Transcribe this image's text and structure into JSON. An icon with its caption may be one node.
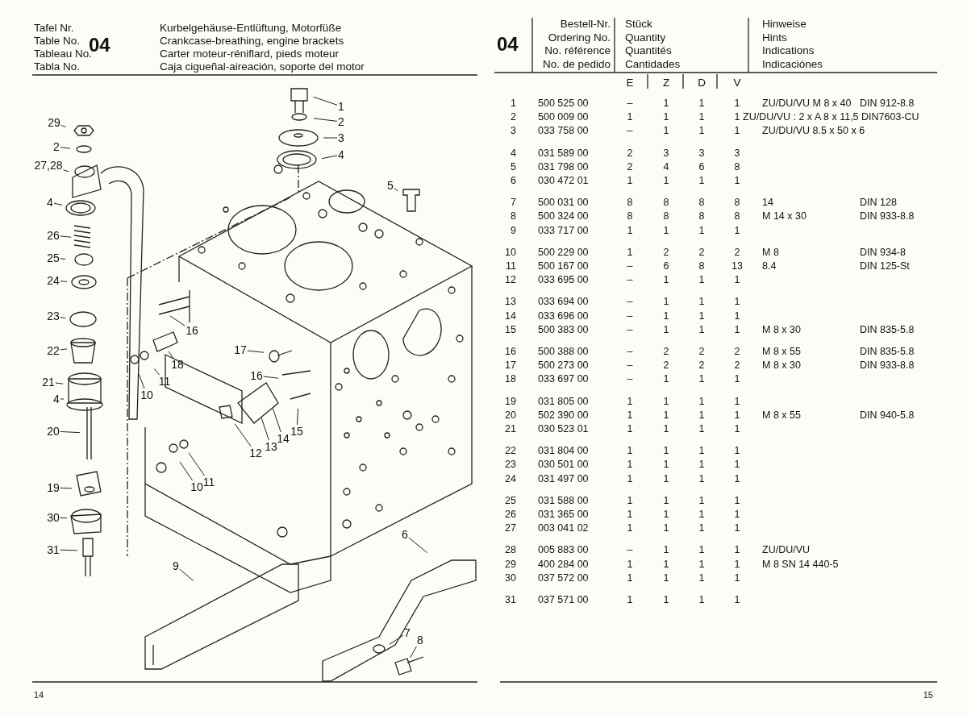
{
  "diagram": {
    "nodes": [
      {
        "text": [
          "1"
        ]
      },
      {
        "text": [
          "2"
        ]
      },
      {
        "text": [
          "3"
        ]
      },
      {
        "text": [
          "4"
        ]
      },
      {
        "text": [
          "5"
        ]
      },
      {
        "text": [
          "29"
        ]
      },
      {
        "text": [
          "2"
        ]
      },
      {
        "text": [
          "27,28"
        ]
      },
      {
        "text": [
          "4"
        ]
      },
      {
        "text": [
          "26"
        ]
      },
      {
        "text": [
          "25"
        ]
      },
      {
        "text": [
          "24"
        ]
      },
      {
        "text": [
          "23"
        ]
      },
      {
        "text": [
          "22"
        ]
      },
      {
        "text": [
          "21"
        ]
      },
      {
        "text": [
          "4"
        ]
      },
      {
        "text": [
          "20"
        ]
      },
      {
        "text": [
          "19"
        ]
      },
      {
        "text": [
          "30"
        ]
      },
      {
        "text": [
          "31"
        ]
      },
      {
        "text": [
          "16"
        ]
      },
      {
        "text": [
          "18"
        ]
      },
      {
        "text": [
          "10"
        ]
      },
      {
        "text": [
          "11"
        ]
      },
      {
        "text": [
          "17"
        ]
      },
      {
        "text": [
          "16"
        ]
      },
      {
        "text": [
          "15"
        ]
      },
      {
        "text": [
          "14"
        ]
      },
      {
        "text": [
          "13"
        ]
      },
      {
        "text": [
          "12"
        ]
      },
      {
        "text": [
          "10"
        ]
      },
      {
        "text": [
          "11"
        ]
      },
      {
        "text": [
          "6"
        ]
      },
      {
        "text": [
          "9"
        ]
      },
      {
        "text": [
          "7"
        ]
      },
      {
        "text": [
          "8"
        ]
      }
    ],
    "edges": [
      {
        "from": 0,
        "to": null,
        "arrow": "none"
      },
      {
        "from": 1,
        "to": null,
        "arrow": "none"
      },
      {
        "from": 2,
        "to": null,
        "arrow": "none"
      },
      {
        "from": 3,
        "to": null,
        "arrow": "none"
      },
      {
        "from": 4,
        "to": null,
        "arrow": "none"
      },
      {
        "from": 5,
        "to": null,
        "arrow": "none"
      },
      {
        "from": 6,
        "to": null,
        "arrow": "none"
      },
      {
        "from": 7,
        "to": null,
        "arrow": "none"
      },
      {
        "from": 8,
        "to": null,
        "arrow": "none"
      },
      {
        "from": 9,
        "to": null,
        "arrow": "none"
      },
      {
        "from": 10,
        "to": null,
        "arrow": "none"
      },
      {
        "from": 11,
        "to": null,
        "arrow": "none"
      },
      {
        "from": 12,
        "to": null,
        "arrow": "none"
      },
      {
        "from": 13,
        "to": null,
        "arrow": "none"
      },
      {
        "from": 14,
        "to": null,
        "arrow": "none"
      },
      {
        "from": 15,
        "to": null,
        "arrow": "none"
      },
      {
        "from": 16,
        "to": null,
        "arrow": "none"
      },
      {
        "from": 17,
        "to": null,
        "arrow": "none"
      },
      {
        "from": 18,
        "to": null,
        "arrow": "none"
      },
      {
        "from": 19,
        "to": null,
        "arrow": "none"
      },
      {
        "from": 20,
        "to": null,
        "arrow": "none"
      },
      {
        "from": 21,
        "to": null,
        "arrow": "none"
      },
      {
        "from": 22,
        "to": null,
        "arrow": "none"
      },
      {
        "from": 23,
        "to": null,
        "arrow": "none"
      },
      {
        "from": 24,
        "to": null,
        "arrow": "none"
      },
      {
        "from": 25,
        "to": null,
        "arrow": "none"
      },
      {
        "from": 26,
        "to": null,
        "arrow": "none"
      },
      {
        "from": 27,
        "to": null,
        "arrow": "none"
      },
      {
        "from": 28,
        "to": null,
        "arrow": "none"
      },
      {
        "from": 29,
        "to": null,
        "arrow": "none"
      },
      {
        "from": 30,
        "to": null,
        "arrow": "none"
      },
      {
        "from": 31,
        "to": null,
        "arrow": "none"
      },
      {
        "from": 32,
        "to": null,
        "arrow": "none"
      },
      {
        "from": 33,
        "to": null,
        "arrow": "none"
      },
      {
        "from": 34,
        "to": null,
        "arrow": "none"
      },
      {
        "from": 35,
        "to": null,
        "arrow": "none"
      }
    ],
    "labels": [
      "Tafel Nr.",
      "Table No.",
      "Tableau No.",
      "Tabla No.",
      "04",
      "Kurbelgehäuse-Entlüftung, Motorfüße",
      "Crankcase-breathing, engine brackets",
      "Carter moteur-réniflard, pieds moteur",
      "Caja cigueñal-aireación, soporte del motor",
      "04",
      "Bestell-Nr.",
      "Ordering No.",
      "No. référence",
      "No. de pedido",
      "Stück",
      "Quantity",
      "Quantités",
      "Cantidades",
      "Hinweise",
      "Hints",
      "Indications",
      "Indicaciónes",
      "E",
      "Z",
      "D",
      "V",
      "1",
      "500 525 00",
      "–",
      "1",
      "1",
      "1",
      "ZU/DU/VU M 8 x 40",
      "DIN 912-8.8",
      "2",
      "500 009 00",
      "1",
      "1",
      "1",
      "1",
      "ZU/DU/VU : 2 x A 8 x 11,5 DIN7603-CU",
      "3",
      "033 758 00",
      "–",
      "1",
      "1",
      "1",
      "ZU/DU/VU 8.5 x 50 x 6",
      "4",
      "031 589 00",
      "2",
      "3",
      "3",
      "3",
      "5",
      "031 798 00",
      "2",
      "4",
      "6",
      "8",
      "6",
      "030 472 01",
      "1",
      "1",
      "1",
      "1",
      "7",
      "500 031 00",
      "8",
      "8",
      "8",
      "8",
      "14",
      "DIN 128",
      "8",
      "500 324 00",
      "8",
      "8",
      "8",
      "8",
      "M 14 x 30",
      "DIN 933-8.8",
      "9",
      "033 717 00",
      "1",
      "1",
      "1",
      "1",
      "10",
      "500 229 00",
      "1",
      "2",
      "2",
      "2",
      "M 8",
      "DIN 934-8",
      "11",
      "500 167 00",
      "–",
      "6",
      "8",
      "13",
      "8.4",
      "DIN 125-St",
      "12",
      "033 695 00",
      "–",
      "1",
      "1",
      "1",
      "13",
      "033 694 00",
      "–",
      "1",
      "1",
      "1",
      "14",
      "033 696 00",
      "–",
      "1",
      "1",
      "1",
      "15",
      "500 383 00",
      "–",
      "1",
      "1",
      "1",
      "M 8 x 30",
      "DIN 835-5.8",
      "16",
      "500 388 00",
      "–",
      "2",
      "2",
      "2",
      "M 8 x 55",
      "DIN 835-5.8",
      "17",
      "500 273 00",
      "–",
      "2",
      "2",
      "2",
      "M 8 x 30",
      "DIN 933-8.8",
      "18",
      "033 697 00",
      "–",
      "1",
      "1",
      "1",
      "19",
      "031 805 00",
      "1",
      "1",
      "1",
      "1",
      "20",
      "502 390 00",
      "1",
      "1",
      "1",
      "1",
      "M 8 x 55",
      "DIN 940-5.8",
      "21",
      "030 523 01",
      "1",
      "1",
      "1",
      "1",
      "22",
      "031 804 00",
      "1",
      "1",
      "1",
      "1",
      "23",
      "030 501 00",
      "1",
      "1",
      "1",
      "1",
      "24",
      "031 497 00",
      "1",
      "1",
      "1",
      "1",
      "25",
      "031 588 00",
      "1",
      "1",
      "1",
      "1",
      "26",
      "031 365 00",
      "1",
      "1",
      "1",
      "1",
      "27",
      "003 041 02",
      "1",
      "1",
      "1",
      "1",
      "28",
      "005 883 00",
      "–",
      "1",
      "1",
      "1",
      "ZU/DU/VU",
      "29",
      "400 284 00",
      "1",
      "1",
      "1",
      "1",
      "M 8 SN 14 440-5",
      "30",
      "037 572 00",
      "1",
      "1",
      "1",
      "1",
      "31",
      "037 571 00",
      "1",
      "1",
      "1",
      "1",
      "14",
      "15"
    ]
  }
}
